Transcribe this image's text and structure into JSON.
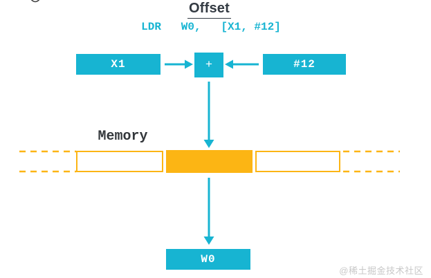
{
  "title": "Offset",
  "instruction": "LDR   W0,   [X1, #12]",
  "nodes": {
    "base_register": "X1",
    "operator": "+",
    "immediate": "#12",
    "destination_register": "W0"
  },
  "memory": {
    "label": "Memory"
  },
  "watermark": "@稀土掘金技术社区",
  "colors": {
    "accent_cyan": "#17b4d2",
    "accent_orange": "#fcb514",
    "text_dark": "#333a42",
    "watermark_gray": "#c8c8c8"
  }
}
